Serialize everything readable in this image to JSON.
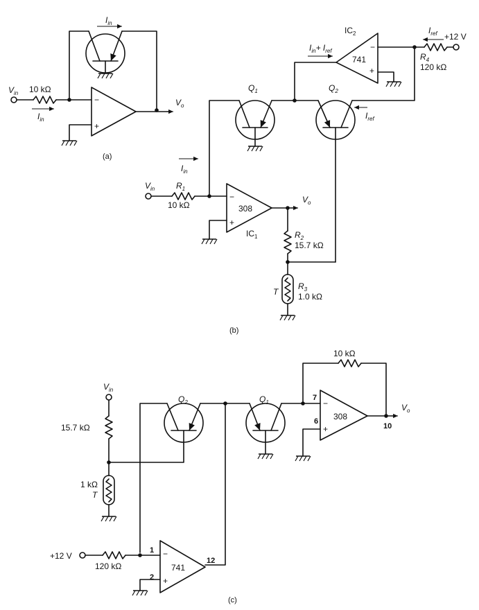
{
  "diagram_a": {
    "caption": "(a)",
    "vin_label": "V",
    "vin_sub": "in",
    "resistor_label": "10 kΩ",
    "current_label": "I",
    "current_sub": "in",
    "top_current_label": "I",
    "top_current_sub": "in",
    "minus_sign": "−",
    "plus_sign": "+",
    "vo_label": "V",
    "vo_sub": "o"
  },
  "diagram_b": {
    "caption": "(b)",
    "vin_label": "V",
    "vin_sub": "in",
    "r1_label": "R",
    "r1_sub": "1",
    "r1_value": "10 kΩ",
    "iin_label": "I",
    "iin_sub": "in",
    "ic1_part": "308",
    "ic1_label": "IC",
    "ic1_sub": "1",
    "vo_label": "V",
    "vo_sub": "o",
    "r2_label": "R",
    "r2_sub": "2",
    "r2_value": "15.7 kΩ",
    "thermistor_label": "T",
    "r3_label": "R",
    "r3_sub": "3",
    "r3_value": "1.0 kΩ",
    "q1_label": "Q",
    "q1_sub": "1",
    "q2_label": "Q",
    "q2_sub": "2",
    "ic2_part": "741",
    "ic2_label": "IC",
    "ic2_sub": "2",
    "sum_current_label": "I",
    "sum_current_sub": "in",
    "sum_current_plus": "+ I",
    "sum_current_sub2": "ref",
    "iref_label": "I",
    "iref_sub": "ref",
    "iref2_label": "I",
    "iref2_sub": "ref",
    "supply_label": "+12 V",
    "r4_label": "R",
    "r4_sub": "4",
    "r4_value": "120 kΩ",
    "minus_sign": "−",
    "plus_sign": "+"
  },
  "diagram_c": {
    "caption": "(c)",
    "vin_label": "V",
    "vin_sub": "in",
    "r_top_value": "15.7 kΩ",
    "r_therm_value": "1 kΩ",
    "thermistor_label": "T",
    "q2_label": "Q",
    "q2_sub": "2",
    "q1_label": "Q",
    "q1_sub": "1",
    "feedback_value": "10 kΩ",
    "op308_part": "308",
    "op741_part": "741",
    "pin7": "7",
    "pin6": "6",
    "pin10": "10",
    "pin1": "1",
    "pin2": "2",
    "pin12": "12",
    "vo_label": "V",
    "vo_sub": "o",
    "supply_label": "+12 V",
    "r_supply_value": "120 kΩ",
    "minus_sign": "−",
    "plus_sign": "+"
  }
}
